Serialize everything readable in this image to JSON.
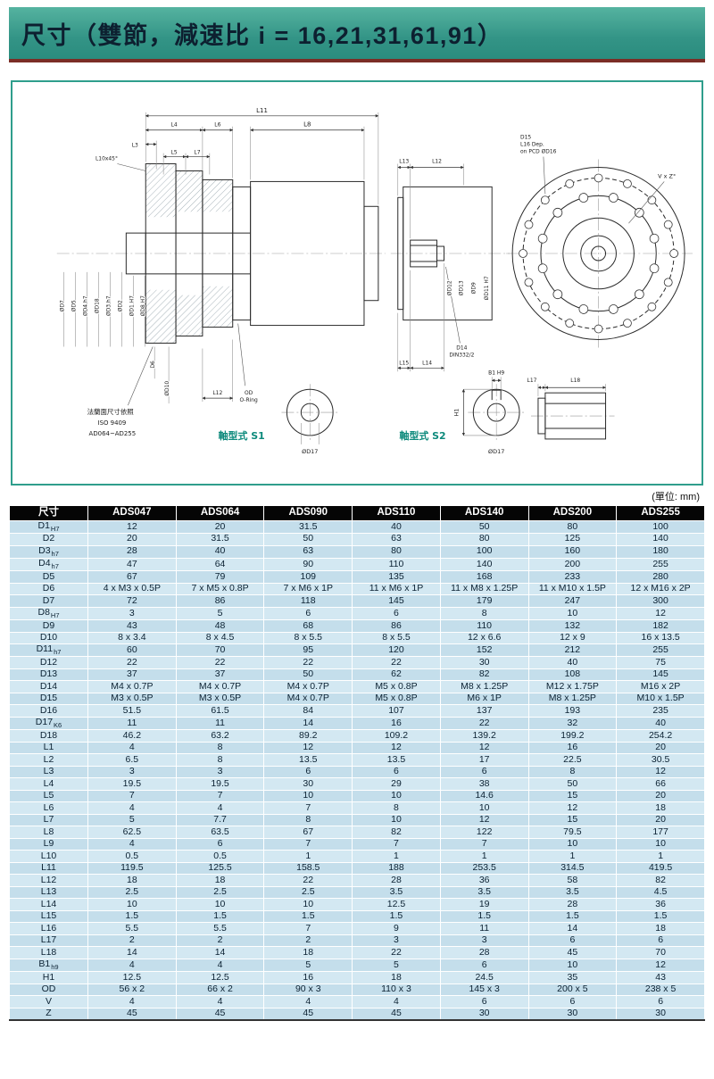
{
  "page": {
    "title": "尺寸（雙節，減速比 i = 16,21,31,61,91）",
    "unit_note": "(單位: mm)"
  },
  "drawing": {
    "left": {
      "L11": "L11",
      "L4": "L4",
      "L6": "L6",
      "L8": "L8",
      "L3": "L3",
      "L10": "L10x45°",
      "L5": "L5",
      "L7": "L7",
      "D7": "ØD7",
      "D5": "ØD5",
      "D4": "ØD4 h7",
      "D18": "ØD18",
      "D3": "ØD3 h7",
      "D2": "ØD2",
      "D1": "ØD1 H7",
      "D8": "ØD8 H7",
      "D6": "D6",
      "D10": "ØD10",
      "L12": "L12",
      "od": "OD",
      "oring": "O-Ring",
      "note1": "法蘭面尺寸依照",
      "note2": "ISO 9409",
      "note3": "AD064~AD255"
    },
    "middle": {
      "L13": "L13",
      "L12": "L12",
      "D12": "ØD12",
      "D13": "ØD13",
      "D9": "ØD9",
      "D11": "ØD11 H7",
      "L15": "L15",
      "L14": "L14",
      "d14a": "D14",
      "d14b": "DIN332/2"
    },
    "front": {
      "d15a": "D15",
      "d15b": "L16 Dep.",
      "d15c": "on PCD ØD16",
      "vxz": "V x Z°"
    },
    "bottom": {
      "s1": "軸型式 S1",
      "s2": "軸型式 S2",
      "d17a": "ØD17",
      "d17b": "ØD17",
      "b1": "B1 H9",
      "h1": "H1",
      "L17": "L17",
      "L18": "L18"
    }
  },
  "table": {
    "headers": [
      "尺寸",
      "ADS047",
      "ADS064",
      "ADS090",
      "ADS110",
      "ADS140",
      "ADS200",
      "ADS255"
    ],
    "rows": [
      {
        "label": "D1",
        "sub": "H7",
        "values": [
          "12",
          "20",
          "31.5",
          "40",
          "50",
          "80",
          "100"
        ]
      },
      {
        "label": "D2",
        "sub": "",
        "values": [
          "20",
          "31.5",
          "50",
          "63",
          "80",
          "125",
          "140"
        ]
      },
      {
        "label": "D3",
        "sub": "h7",
        "values": [
          "28",
          "40",
          "63",
          "80",
          "100",
          "160",
          "180"
        ]
      },
      {
        "label": "D4",
        "sub": "h7",
        "values": [
          "47",
          "64",
          "90",
          "110",
          "140",
          "200",
          "255"
        ]
      },
      {
        "label": "D5",
        "sub": "",
        "values": [
          "67",
          "79",
          "109",
          "135",
          "168",
          "233",
          "280"
        ]
      },
      {
        "label": "D6",
        "sub": "",
        "values": [
          "4 x M3 x 0.5P",
          "7 x M5 x 0.8P",
          "7 x M6 x 1P",
          "11 x M6 x 1P",
          "11 x M8 x 1.25P",
          "11 x M10 x 1.5P",
          "12 x M16 x 2P"
        ]
      },
      {
        "label": "D7",
        "sub": "",
        "values": [
          "72",
          "86",
          "118",
          "145",
          "179",
          "247",
          "300"
        ]
      },
      {
        "label": "D8",
        "sub": "H7",
        "values": [
          "3",
          "5",
          "6",
          "6",
          "8",
          "10",
          "12"
        ]
      },
      {
        "label": "D9",
        "sub": "",
        "values": [
          "43",
          "48",
          "68",
          "86",
          "110",
          "132",
          "182"
        ]
      },
      {
        "label": "D10",
        "sub": "",
        "values": [
          "8 x 3.4",
          "8 x 4.5",
          "8 x 5.5",
          "8 x 5.5",
          "12 x 6.6",
          "12 x 9",
          "16 x 13.5"
        ]
      },
      {
        "label": "D11",
        "sub": "h7",
        "values": [
          "60",
          "70",
          "95",
          "120",
          "152",
          "212",
          "255"
        ]
      },
      {
        "label": "D12",
        "sub": "",
        "values": [
          "22",
          "22",
          "22",
          "22",
          "30",
          "40",
          "75"
        ]
      },
      {
        "label": "D13",
        "sub": "",
        "values": [
          "37",
          "37",
          "50",
          "62",
          "82",
          "108",
          "145"
        ]
      },
      {
        "label": "D14",
        "sub": "",
        "values": [
          "M4 x 0.7P",
          "M4 x 0.7P",
          "M4 x 0.7P",
          "M5 x 0.8P",
          "M8 x 1.25P",
          "M12 x 1.75P",
          "M16 x 2P"
        ]
      },
      {
        "label": "D15",
        "sub": "",
        "values": [
          "M3 x 0.5P",
          "M3 x 0.5P",
          "M4 x 0.7P",
          "M5 x 0.8P",
          "M6 x 1P",
          "M8 x 1.25P",
          "M10 x 1.5P"
        ]
      },
      {
        "label": "D16",
        "sub": "",
        "values": [
          "51.5",
          "61.5",
          "84",
          "107",
          "137",
          "193",
          "235"
        ]
      },
      {
        "label": "D17",
        "sub": "K6",
        "values": [
          "11",
          "11",
          "14",
          "16",
          "22",
          "32",
          "40"
        ]
      },
      {
        "label": "D18",
        "sub": "",
        "values": [
          "46.2",
          "63.2",
          "89.2",
          "109.2",
          "139.2",
          "199.2",
          "254.2"
        ]
      },
      {
        "label": "L1",
        "sub": "",
        "values": [
          "4",
          "8",
          "12",
          "12",
          "12",
          "16",
          "20"
        ]
      },
      {
        "label": "L2",
        "sub": "",
        "values": [
          "6.5",
          "8",
          "13.5",
          "13.5",
          "17",
          "22.5",
          "30.5"
        ]
      },
      {
        "label": "L3",
        "sub": "",
        "values": [
          "3",
          "3",
          "6",
          "6",
          "6",
          "8",
          "12"
        ]
      },
      {
        "label": "L4",
        "sub": "",
        "values": [
          "19.5",
          "19.5",
          "30",
          "29",
          "38",
          "50",
          "66"
        ]
      },
      {
        "label": "L5",
        "sub": "",
        "values": [
          "7",
          "7",
          "10",
          "10",
          "14.6",
          "15",
          "20"
        ]
      },
      {
        "label": "L6",
        "sub": "",
        "values": [
          "4",
          "4",
          "7",
          "8",
          "10",
          "12",
          "18"
        ]
      },
      {
        "label": "L7",
        "sub": "",
        "values": [
          "5",
          "7.7",
          "8",
          "10",
          "12",
          "15",
          "20"
        ]
      },
      {
        "label": "L8",
        "sub": "",
        "values": [
          "62.5",
          "63.5",
          "67",
          "82",
          "122",
          "79.5",
          "177"
        ]
      },
      {
        "label": "L9",
        "sub": "",
        "values": [
          "4",
          "6",
          "7",
          "7",
          "7",
          "10",
          "10"
        ]
      },
      {
        "label": "L10",
        "sub": "",
        "values": [
          "0.5",
          "0.5",
          "1",
          "1",
          "1",
          "1",
          "1"
        ]
      },
      {
        "label": "L11",
        "sub": "",
        "values": [
          "119.5",
          "125.5",
          "158.5",
          "188",
          "253.5",
          "314.5",
          "419.5"
        ]
      },
      {
        "label": "L12",
        "sub": "",
        "values": [
          "18",
          "18",
          "22",
          "28",
          "36",
          "58",
          "82"
        ]
      },
      {
        "label": "L13",
        "sub": "",
        "values": [
          "2.5",
          "2.5",
          "2.5",
          "3.5",
          "3.5",
          "3.5",
          "4.5"
        ]
      },
      {
        "label": "L14",
        "sub": "",
        "values": [
          "10",
          "10",
          "10",
          "12.5",
          "19",
          "28",
          "36"
        ]
      },
      {
        "label": "L15",
        "sub": "",
        "values": [
          "1.5",
          "1.5",
          "1.5",
          "1.5",
          "1.5",
          "1.5",
          "1.5"
        ]
      },
      {
        "label": "L16",
        "sub": "",
        "values": [
          "5.5",
          "5.5",
          "7",
          "9",
          "11",
          "14",
          "18"
        ]
      },
      {
        "label": "L17",
        "sub": "",
        "values": [
          "2",
          "2",
          "2",
          "3",
          "3",
          "6",
          "6"
        ]
      },
      {
        "label": "L18",
        "sub": "",
        "values": [
          "14",
          "14",
          "18",
          "22",
          "28",
          "45",
          "70"
        ]
      },
      {
        "label": "B1",
        "sub": "h9",
        "values": [
          "4",
          "4",
          "5",
          "5",
          "6",
          "10",
          "12"
        ]
      },
      {
        "label": "H1",
        "sub": "",
        "values": [
          "12.5",
          "12.5",
          "16",
          "18",
          "24.5",
          "35",
          "43"
        ]
      },
      {
        "label": "OD",
        "sub": "",
        "values": [
          "56 x 2",
          "66 x 2",
          "90 x 3",
          "110 x 3",
          "145 x 3",
          "200 x 5",
          "238 x 5"
        ]
      },
      {
        "label": "V",
        "sub": "",
        "values": [
          "4",
          "4",
          "4",
          "4",
          "6",
          "6",
          "6"
        ]
      },
      {
        "label": "Z",
        "sub": "",
        "values": [
          "45",
          "45",
          "45",
          "45",
          "30",
          "30",
          "30"
        ]
      }
    ]
  }
}
